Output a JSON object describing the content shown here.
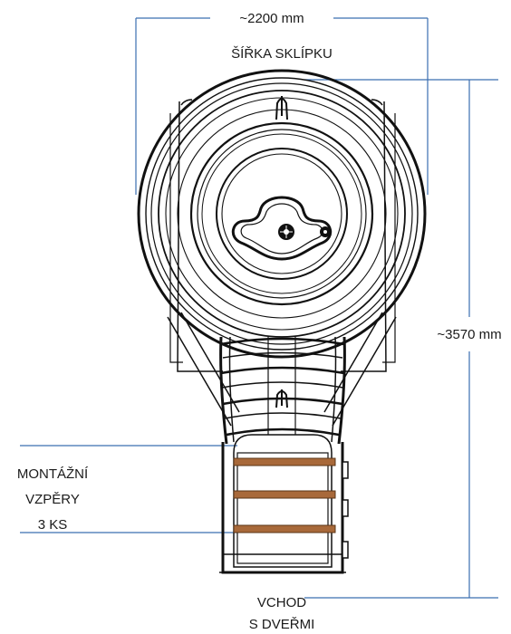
{
  "width_dimension": {
    "value": "~2200 mm",
    "caption": "ŠÍŘKA SKLÍPKU"
  },
  "height_dimension": {
    "value": "~3570 mm"
  },
  "struts_label": {
    "line1": "MONTÁŽNÍ",
    "line2": "VZPĚRY",
    "line3": "3 KS"
  },
  "entrance_label": {
    "line1": "VCHOD",
    "line2": "S DVEŘMI"
  },
  "colors": {
    "dimension_line": "#3b6fb0",
    "strut": "#a8693a",
    "outline": "#111111"
  }
}
